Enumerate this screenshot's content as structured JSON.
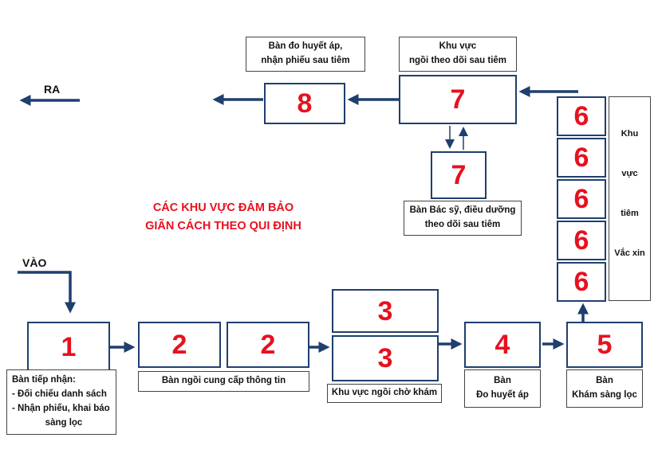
{
  "colors": {
    "arrow": "#1f3f6e",
    "number": "#e8101e",
    "box_border": "#1f3f6e"
  },
  "flow": {
    "entry_label": "VÀO",
    "exit_label": "RA",
    "notice": {
      "line1": "CÁC KHU VỰC ĐẢM BẢO",
      "line2": "GIÃN CÁCH THEO QUI ĐỊNH"
    }
  },
  "stations": {
    "s1": {
      "number": "1",
      "title": "Bàn tiếp nhận:",
      "line1": "- Đối chiếu danh sách",
      "line2": "- Nhận phiếu, khai báo",
      "line3": "sàng lọc"
    },
    "s2a": {
      "number": "2"
    },
    "s2b": {
      "number": "2"
    },
    "s2_label": "Bàn ngồi cung cấp thông tin",
    "s3a": {
      "number": "3"
    },
    "s3b": {
      "number": "3"
    },
    "s3_label": "Khu vực ngồi chờ khám",
    "s4": {
      "number": "4",
      "line1": "Bàn",
      "line2": "Đo huyết áp"
    },
    "s5": {
      "number": "5",
      "line1": "Bàn",
      "line2": "Khám sàng lọc"
    },
    "s6": {
      "numbers": [
        "6",
        "6",
        "6",
        "6",
        "6"
      ],
      "side_words": [
        "Khu",
        "vực",
        "tiêm",
        "Vắc xin"
      ]
    },
    "s7_area": {
      "number": "7",
      "line1": "Khu vực",
      "line2": "ngồi theo dõi sau tiêm"
    },
    "s7_desk": {
      "number": "7",
      "line1": "Bàn Bác sỹ, điều dưỡng",
      "line2": "theo dõi sau tiêm"
    },
    "s8": {
      "number": "8",
      "line1": "Bàn đo huyết áp,",
      "line2": "nhận phiếu sau tiêm"
    }
  }
}
